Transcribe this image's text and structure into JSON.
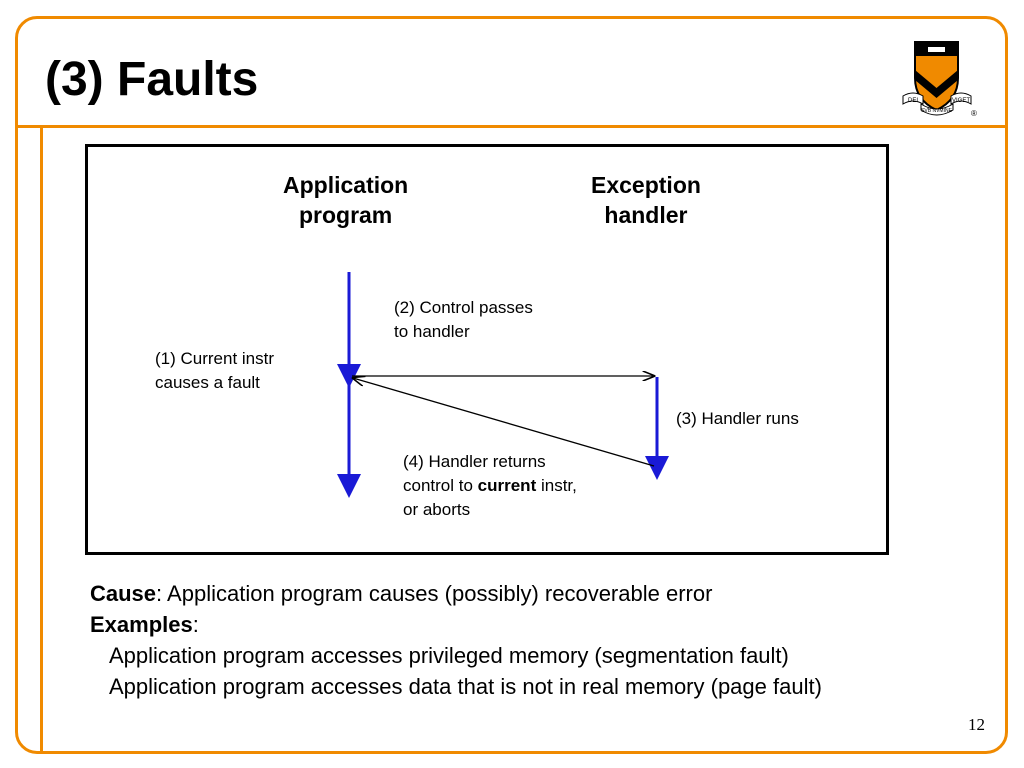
{
  "slide": {
    "title": "(3) Faults",
    "page_number": "12",
    "accent_color": "#f08a00"
  },
  "logo": {
    "name": "princeton-shield",
    "motto_left": "DEI",
    "motto_center": "SVB NVMINE",
    "motto_right": "VIGET",
    "registered": "®"
  },
  "diagram": {
    "app_heading": [
      "Application",
      "program"
    ],
    "handler_heading": [
      "Exception",
      "handler"
    ],
    "step1": [
      "(1) Current instr",
      "causes a fault"
    ],
    "step2": [
      "(2) Control passes",
      "to handler"
    ],
    "step3": "(3) Handler runs",
    "step4_line1": "(4) Handler returns",
    "step4_line2_pre": "control to ",
    "step4_line2_bold": "current",
    "step4_line2_post": " instr,",
    "step4_line3": "or aborts",
    "arrow_color": "#1a1ad6"
  },
  "body": {
    "cause_label": "Cause",
    "cause_text": ":  Application program causes (possibly) recoverable error",
    "examples_label": "Examples",
    "examples_colon": ":",
    "examples": [
      "Application program accesses privileged memory (segmentation fault)",
      "Application program accesses data that is not in real memory (page fault)"
    ]
  }
}
